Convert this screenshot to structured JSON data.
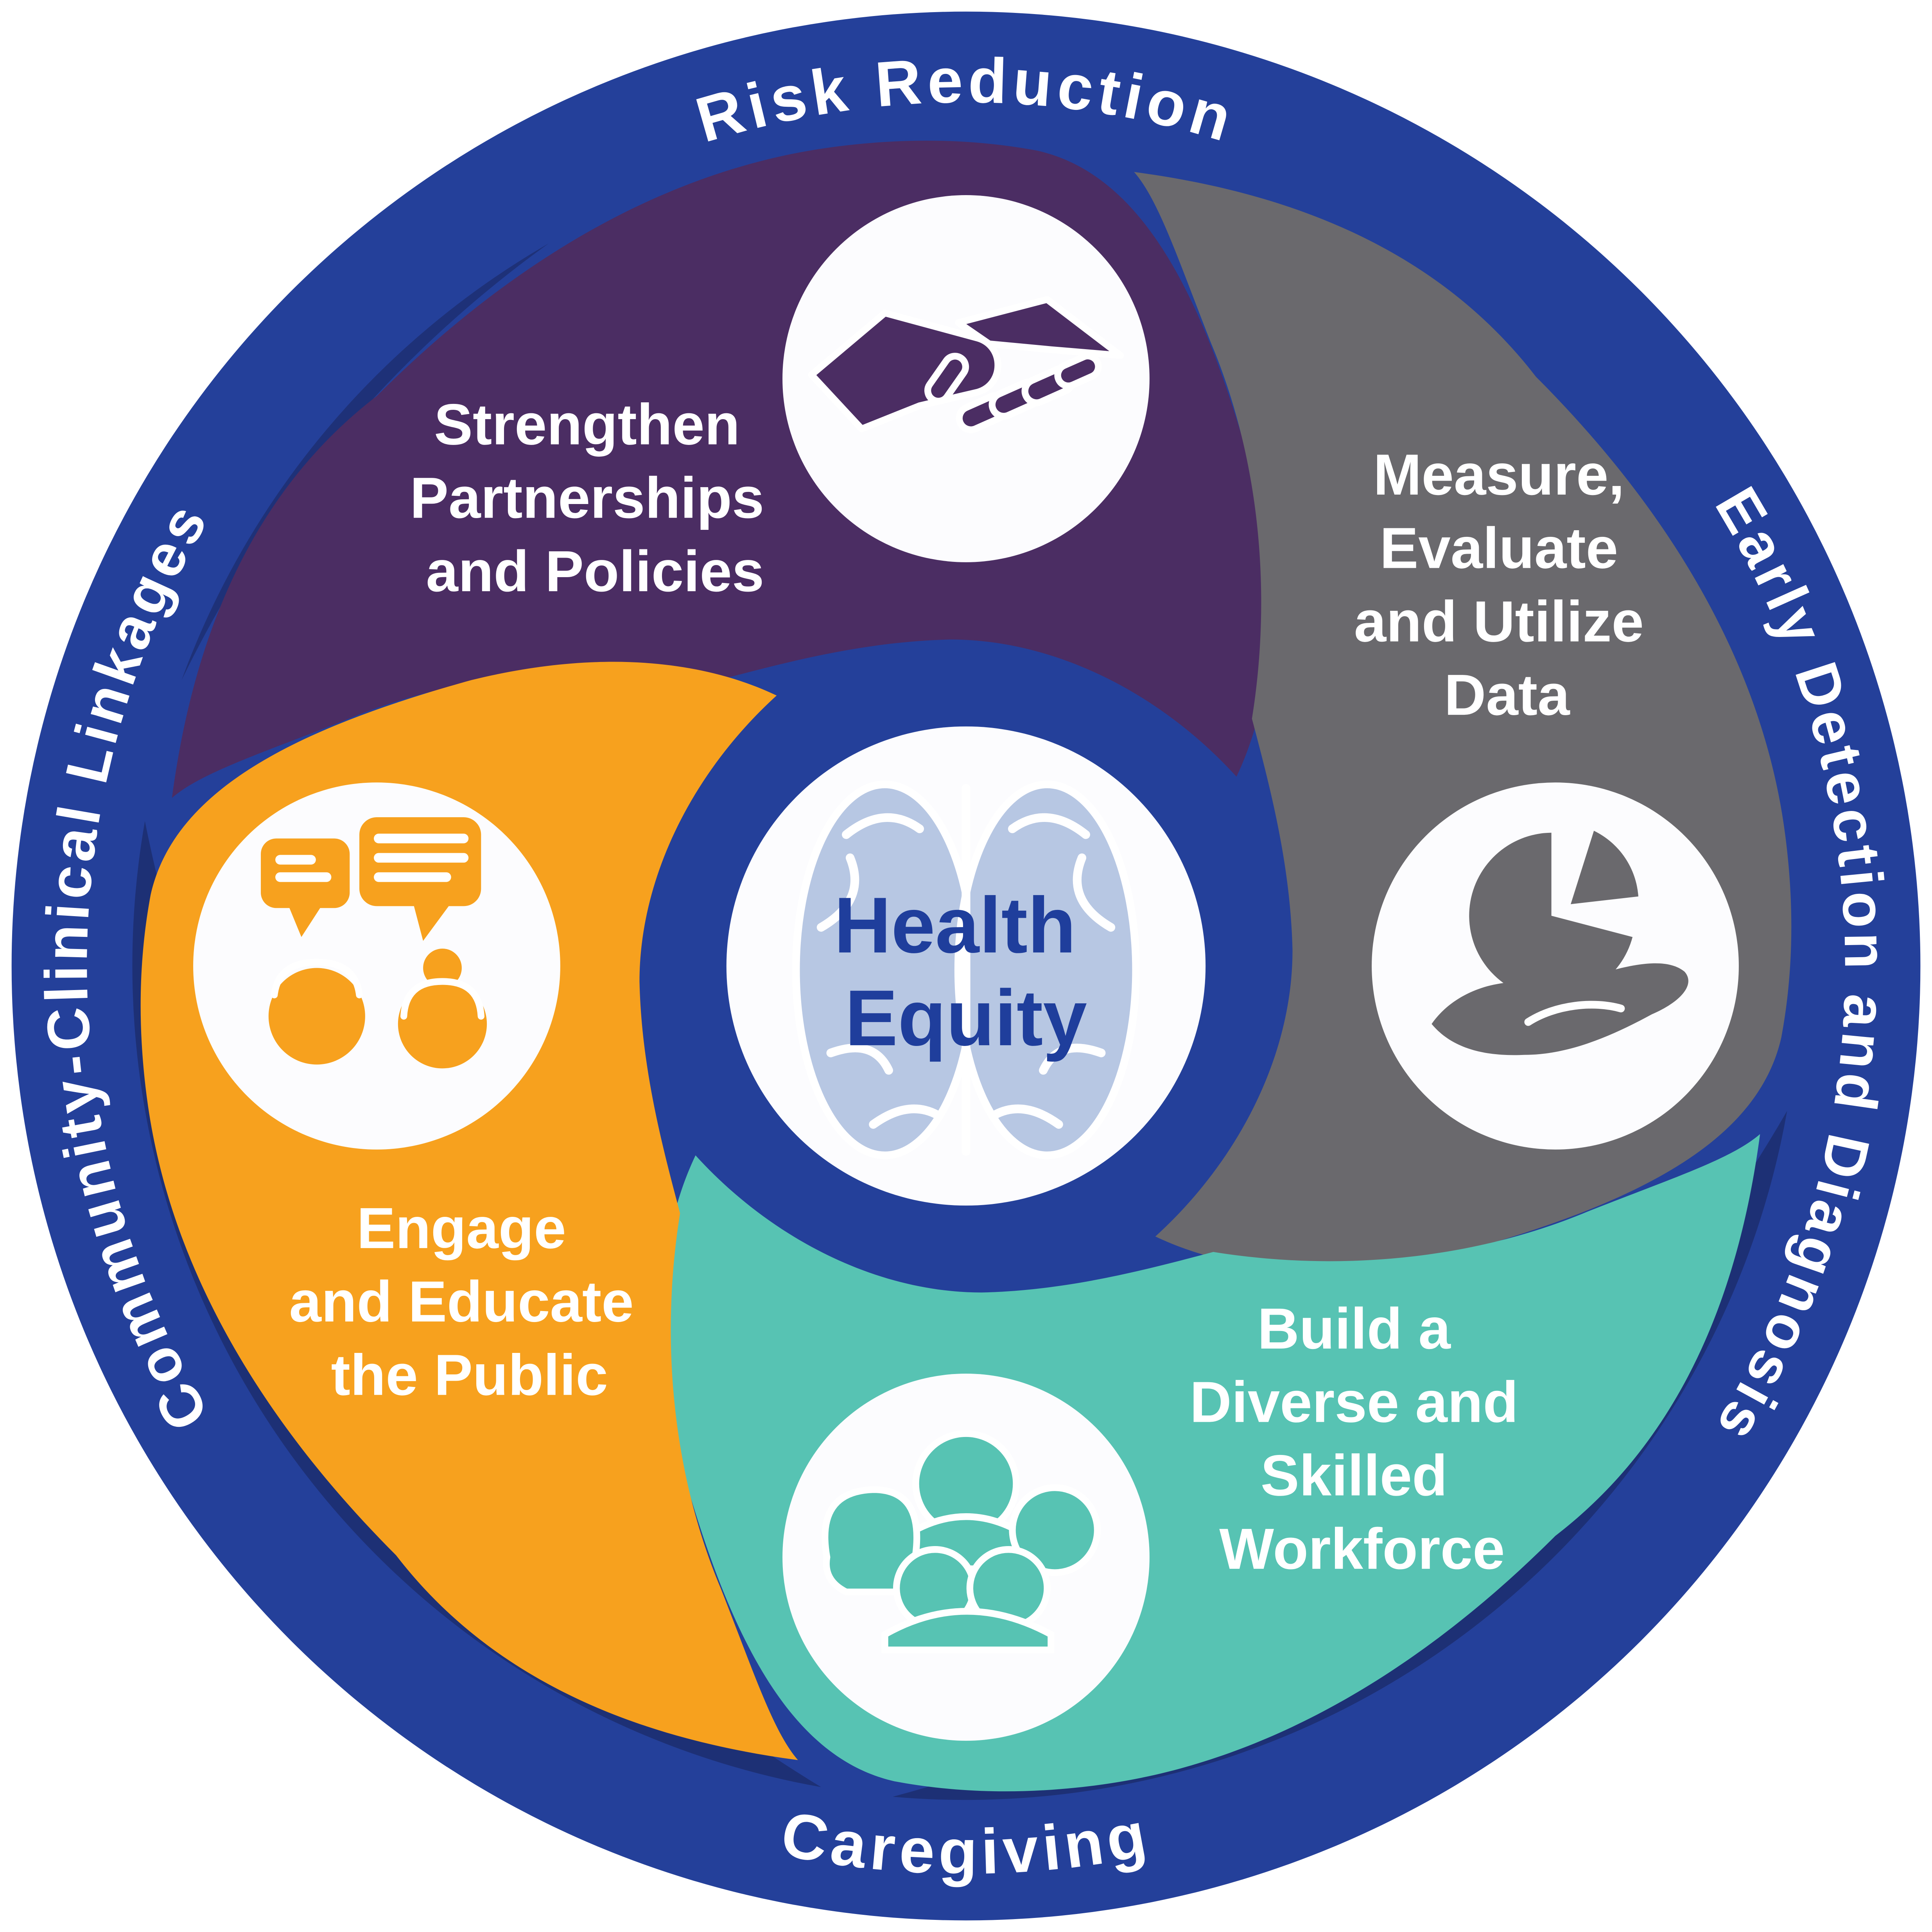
{
  "ring": {
    "top_label": "Risk Reduction",
    "right_label": "Early Detection and Diagnosis",
    "bottom_label": "Caregiving",
    "left_label": "Community-Clinical Linkages"
  },
  "center": {
    "line1": "Health",
    "line2": "Equity",
    "icon": "brain-icon"
  },
  "petals": [
    {
      "name": "strengthen-partnerships",
      "icon": "handshake-icon",
      "lines": [
        "Strengthen",
        "Partnerships",
        "and Policies"
      ]
    },
    {
      "name": "measure-evaluate-utilize-data",
      "icon": "pie-chart-hand-icon",
      "lines": [
        "Measure,",
        "Evaluate",
        "and Utilize",
        "Data"
      ]
    },
    {
      "name": "build-diverse-skilled-workforce",
      "icon": "people-group-icon",
      "lines": [
        "Build a",
        "Diverse and",
        "Skilled",
        "Workforce"
      ]
    },
    {
      "name": "engage-educate-public",
      "icon": "conversation-icon",
      "lines": [
        "Engage",
        "and Educate",
        "the Public"
      ]
    }
  ],
  "colors": {
    "ring_blue": "#24409A",
    "shadow_navy": "#1D2F72",
    "purple": "#4B2D63",
    "gray": "#6A696D",
    "teal": "#57C3B3",
    "orange": "#F7A11E",
    "white": "#FCFCFE",
    "label_white": "#FFFFFF",
    "center_text_blue": "#1F3E9C",
    "brain_light_blue": "#B7C7E3"
  }
}
